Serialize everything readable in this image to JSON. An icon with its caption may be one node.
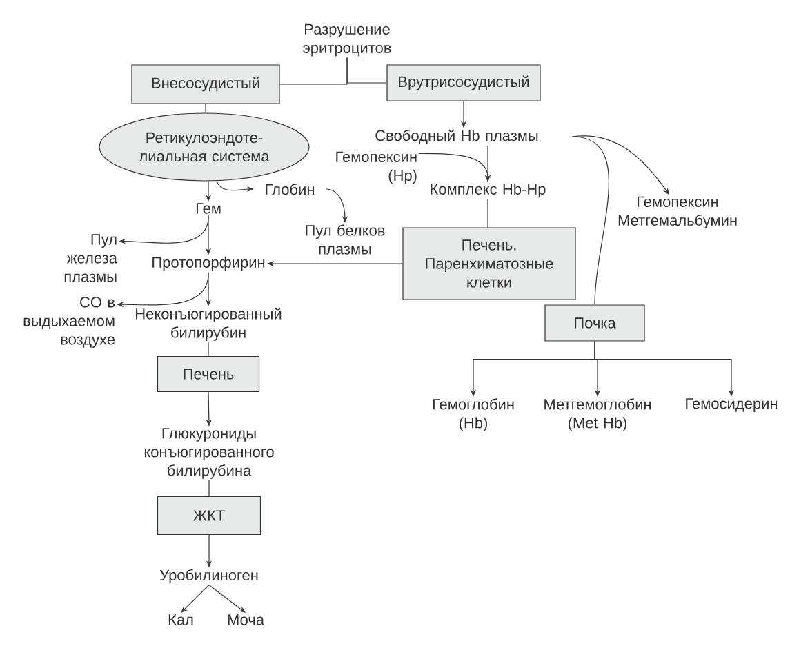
{
  "diagram": {
    "nodes": [
      {
        "text": [
          "Разрушение эритроцитов"
        ]
      },
      {
        "text": [
          "Внесосудистый"
        ]
      },
      {
        "text": [
          "Врутрисосудистый"
        ]
      },
      {
        "text": [
          "Ретикулоэндоте- лиальная система"
        ]
      },
      {
        "text": [
          "Глобин"
        ]
      },
      {
        "text": [
          "Гем"
        ]
      },
      {
        "text": [
          "Пул белков плазмы"
        ]
      },
      {
        "text": [
          "Пул железа плазмы"
        ]
      },
      {
        "text": [
          "Протопорфирин"
        ]
      },
      {
        "text": [
          "CO в выдыхаемом воздухе"
        ]
      },
      {
        "text": [
          "Неконъюгированный билирубин"
        ]
      },
      {
        "text": [
          "Печень"
        ]
      },
      {
        "text": [
          "Глюкурониды конъюгированного билирубина"
        ]
      },
      {
        "text": [
          "ЖКТ"
        ]
      },
      {
        "text": [
          "Уробилиноген"
        ]
      },
      {
        "text": [
          "Кал"
        ]
      },
      {
        "text": [
          "Моча"
        ]
      },
      {
        "text": [
          "Свободный Hb плазмы"
        ]
      },
      {
        "text": [
          "Гемопексин (Hp)"
        ]
      },
      {
        "text": [
          "Комплекс Hb-Hp"
        ]
      },
      {
        "text": [
          "Гемопексин Метгемальбумин"
        ]
      },
      {
        "text": [
          "Печень. Паренхиматозные клетки"
        ]
      },
      {
        "text": [
          "Почка"
        ]
      },
      {
        "text": [
          "Гемоглобин (Hb)"
        ]
      },
      {
        "text": [
          "Метгемоглобин (Met Hb)"
        ]
      },
      {
        "text": [
          "Гемосидерин"
        ]
      }
    ],
    "edges": [
      {
        "from": 0,
        "to": 1,
        "arrow": "none"
      },
      {
        "from": 0,
        "to": 2,
        "arrow": "none"
      },
      {
        "from": 2,
        "to": 17,
        "arrow": "to"
      },
      {
        "from": 1,
        "to": 3,
        "arrow": "none"
      },
      {
        "from": 3,
        "to": 5,
        "arrow": "to"
      },
      {
        "from": 3,
        "to": 4,
        "arrow": "to"
      },
      {
        "from": 4,
        "to": 6,
        "arrow": "to"
      },
      {
        "from": 5,
        "to": 8,
        "arrow": "to"
      },
      {
        "from": 5,
        "to": 7,
        "arrow": "to"
      },
      {
        "from": 8,
        "to": 10,
        "arrow": "to"
      },
      {
        "from": 8,
        "to": 9,
        "arrow": "to"
      },
      {
        "from": 21,
        "to": 8,
        "arrow": "to"
      },
      {
        "from": 17,
        "to": 19,
        "arrow": "to"
      },
      {
        "from": 18,
        "to": 19,
        "arrow": "to"
      },
      {
        "from": 19,
        "to": 21,
        "arrow": "none"
      },
      {
        "from": 17,
        "to": 20,
        "arrow": "to"
      },
      {
        "from": 17,
        "to": 22,
        "arrow": "none"
      },
      {
        "from": 22,
        "to": 23,
        "arrow": "to"
      },
      {
        "from": 22,
        "to": 24,
        "arrow": "to"
      },
      {
        "from": 22,
        "to": 25,
        "arrow": "to"
      },
      {
        "from": 10,
        "to": 11,
        "arrow": "none"
      },
      {
        "from": 11,
        "to": 12,
        "arrow": "to"
      },
      {
        "from": 12,
        "to": 13,
        "arrow": "none"
      },
      {
        "from": 13,
        "to": 14,
        "arrow": "to"
      },
      {
        "from": 14,
        "to": 15,
        "arrow": "to"
      },
      {
        "from": 14,
        "to": 16,
        "arrow": "to"
      }
    ]
  }
}
